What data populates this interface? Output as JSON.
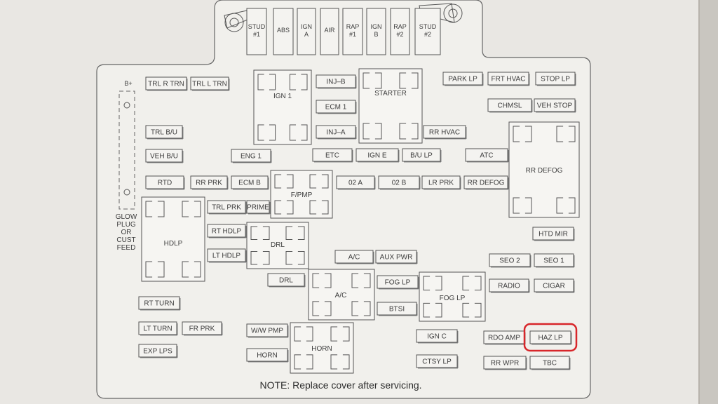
{
  "top_slots": [
    "STUD\n#1",
    "ABS",
    "IGN\nA",
    "AIR",
    "RAP\n#1",
    "IGN\nB",
    "RAP\n#2",
    "STUD\n#2"
  ],
  "fuses": [
    "TRL R TRN",
    "TRL L TRN",
    "TRL B/U",
    "VEH B/U",
    "RTD",
    "RR PRK",
    "ECM B",
    "ENG 1",
    "INJ–B",
    "ECM 1",
    "INJ–A",
    "ETC",
    "IGN E",
    "B/U LP",
    "ATC",
    "02 A",
    "02 B",
    "LR PRK",
    "RR DEFOG",
    "PARK LP",
    "FRT HVAC",
    "STOP LP",
    "CHMSL",
    "VEH STOP",
    "RR HVAC",
    "TRL PRK",
    "PRIME",
    "RT HDLP",
    "LT HDLP",
    "DRL",
    "A/C",
    "AUX PWR",
    "FOG LP",
    "BTSI",
    "HTD MIR",
    "SEO 2",
    "SEO 1",
    "RADIO",
    "CIGAR",
    "RT TURN",
    "LT TURN",
    "FR PRK",
    "EXP LPS",
    "W/W PMP",
    "HORN",
    "IGN C",
    "CTSY LP",
    "RDO AMP",
    "HAZ LP",
    "RR WPR",
    "TBC"
  ],
  "relays": [
    "IGN 1",
    "STARTER",
    "F/PMP",
    "RR DEFOG",
    "HDLP",
    "DRL",
    "A/C",
    "FOG LP",
    "HORN"
  ],
  "side": {
    "b_plus": "B+",
    "glow": [
      "GLOW",
      "PLUG",
      "OR",
      "CUST",
      "FEED"
    ]
  },
  "note": "NOTE: Replace cover after servicing.",
  "highlight": {
    "label": "HAZ LP",
    "color": "#d8262a"
  }
}
